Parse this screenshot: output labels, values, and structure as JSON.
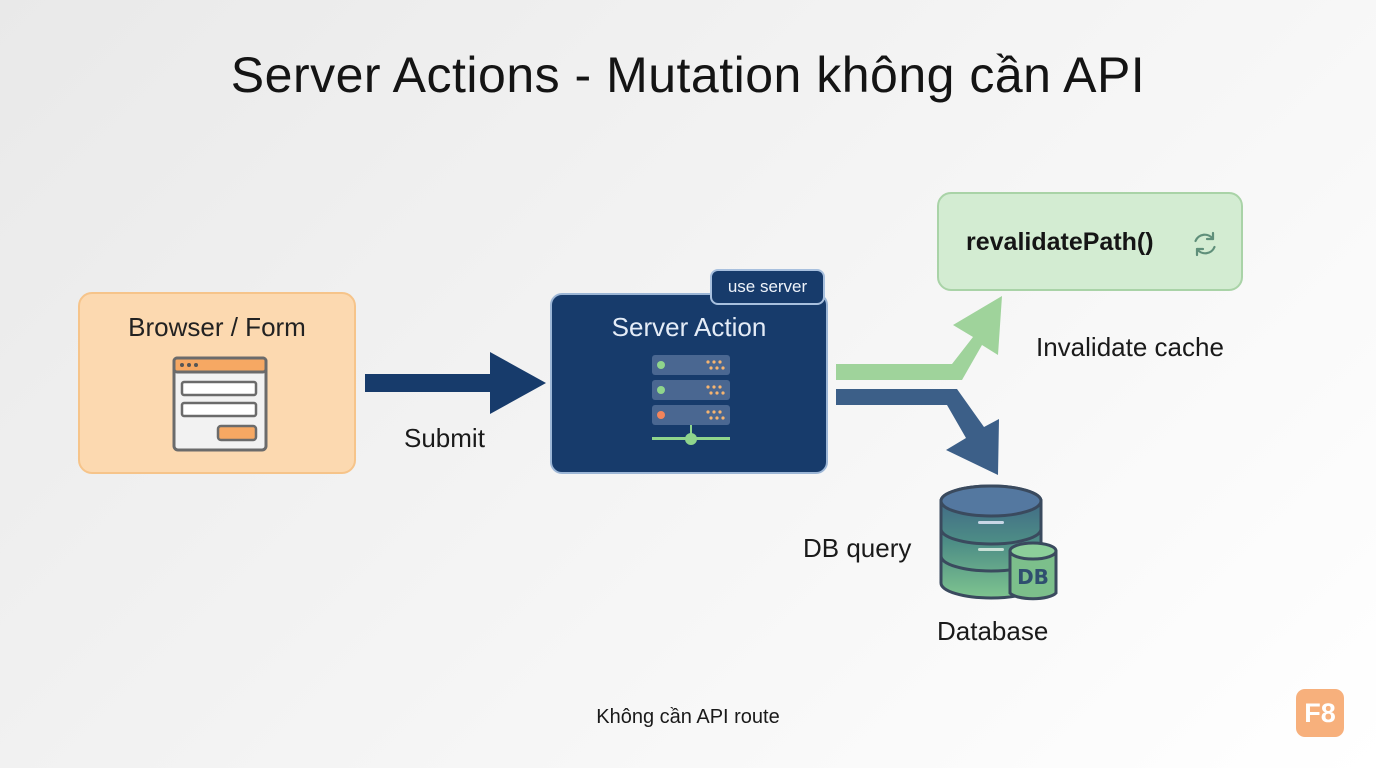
{
  "title": "Server Actions - Mutation không cần API",
  "nodes": {
    "browser": {
      "label": "Browser / Form",
      "icon": "browser-form-icon"
    },
    "server": {
      "label": "Server Action",
      "badge": "use server",
      "icon": "server-rack-icon"
    },
    "revalidate": {
      "label": "revalidatePath()",
      "icon": "refresh-icon"
    },
    "database": {
      "label": "Database",
      "icon_text": "DB",
      "icon": "database-icon"
    }
  },
  "edges": {
    "submit": "Submit",
    "invalidate": "Invalidate cache",
    "db_query": "DB query"
  },
  "footer": "Không cần API route",
  "logo": "F8",
  "colors": {
    "browser_fill": "#fcd9b0",
    "server_fill": "#173b6b",
    "revalidate_fill": "#d3ecd2",
    "arrow_submit": "#173b6b",
    "arrow_invalidate": "#9fd39b",
    "arrow_db": "#3c5f88",
    "logo": "#f7b07c"
  }
}
